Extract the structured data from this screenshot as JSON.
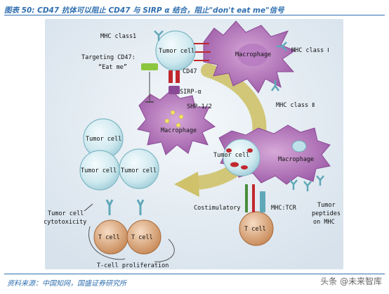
{
  "header": {
    "caption": "图表 50: CD47 抗体可以阻止 CD47 与 SIRP α 结合，阻止\"don't eat me\"信号"
  },
  "diagram": {
    "labels": {
      "mhc_class1": "MHC class1",
      "tumor_cell_top": "Tumor cell",
      "macrophage_top": "Macrophage",
      "mhc_class_i": "MHC class Ⅰ",
      "targeting_cd47": "Targeting CD47:",
      "eat_me": "“Eat me”",
      "cd47": "CD47",
      "sirp_alpha": "SIRP-α",
      "shp": "SHP-1/2",
      "macrophage_mid": "Macrophage",
      "mhc_class_ii": "MHC class Ⅱ",
      "tumor_cell_a": "Tumor cell",
      "tumor_cell_b": "Tumor cell",
      "tumor_cell_c": "Tumor cell",
      "tumor_cell_engulfed": "Tumor cell",
      "macrophage_right": "Macrophage",
      "tumor_cell_cytotoxicity_1": "Tumor cell",
      "tumor_cell_cytotoxicity_2": "cytotoxicity",
      "costimulatory": "Costimulatory",
      "mhc_tcr": "MHC:TCR",
      "tumor_peptides_1": "Tumor",
      "tumor_peptides_2": "peptides",
      "tumor_peptides_3": "on MHC",
      "t_cell_1": "T cell",
      "t_cell_2": "T cell",
      "t_cell_3": "T cell",
      "t_cell_proliferation": "T-cell proliferation"
    }
  },
  "footer": {
    "source": "资料来源：中国知网，国盛证券研究所",
    "watermark": "头条 @未来智库"
  }
}
